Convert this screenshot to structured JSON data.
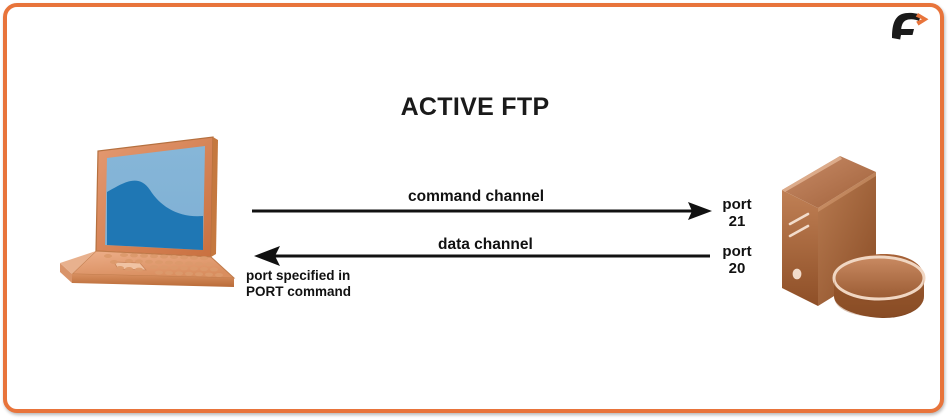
{
  "diagram": {
    "title": "ACTIVE FTP",
    "border_color": "#E8743B",
    "background_color": "#FFFFFF",
    "nodes": [
      {
        "id": "client",
        "icon": "laptop-icon",
        "role": "FTP client"
      },
      {
        "id": "server",
        "icon": "server-icon",
        "role": "FTP server"
      }
    ],
    "channels": [
      {
        "id": "command",
        "label": "command channel",
        "direction": "client-to-server",
        "server_port_line1": "port",
        "server_port_line2": "21"
      },
      {
        "id": "data",
        "label": "data channel",
        "direction": "server-to-client",
        "server_port_line1": "port",
        "server_port_line2": "20"
      }
    ],
    "annotation": {
      "line1": "port specified in",
      "line2": "PORT command"
    }
  },
  "logo": {
    "letter": "F",
    "accent_color": "#E8743B",
    "letter_color": "#1A1A1A"
  }
}
